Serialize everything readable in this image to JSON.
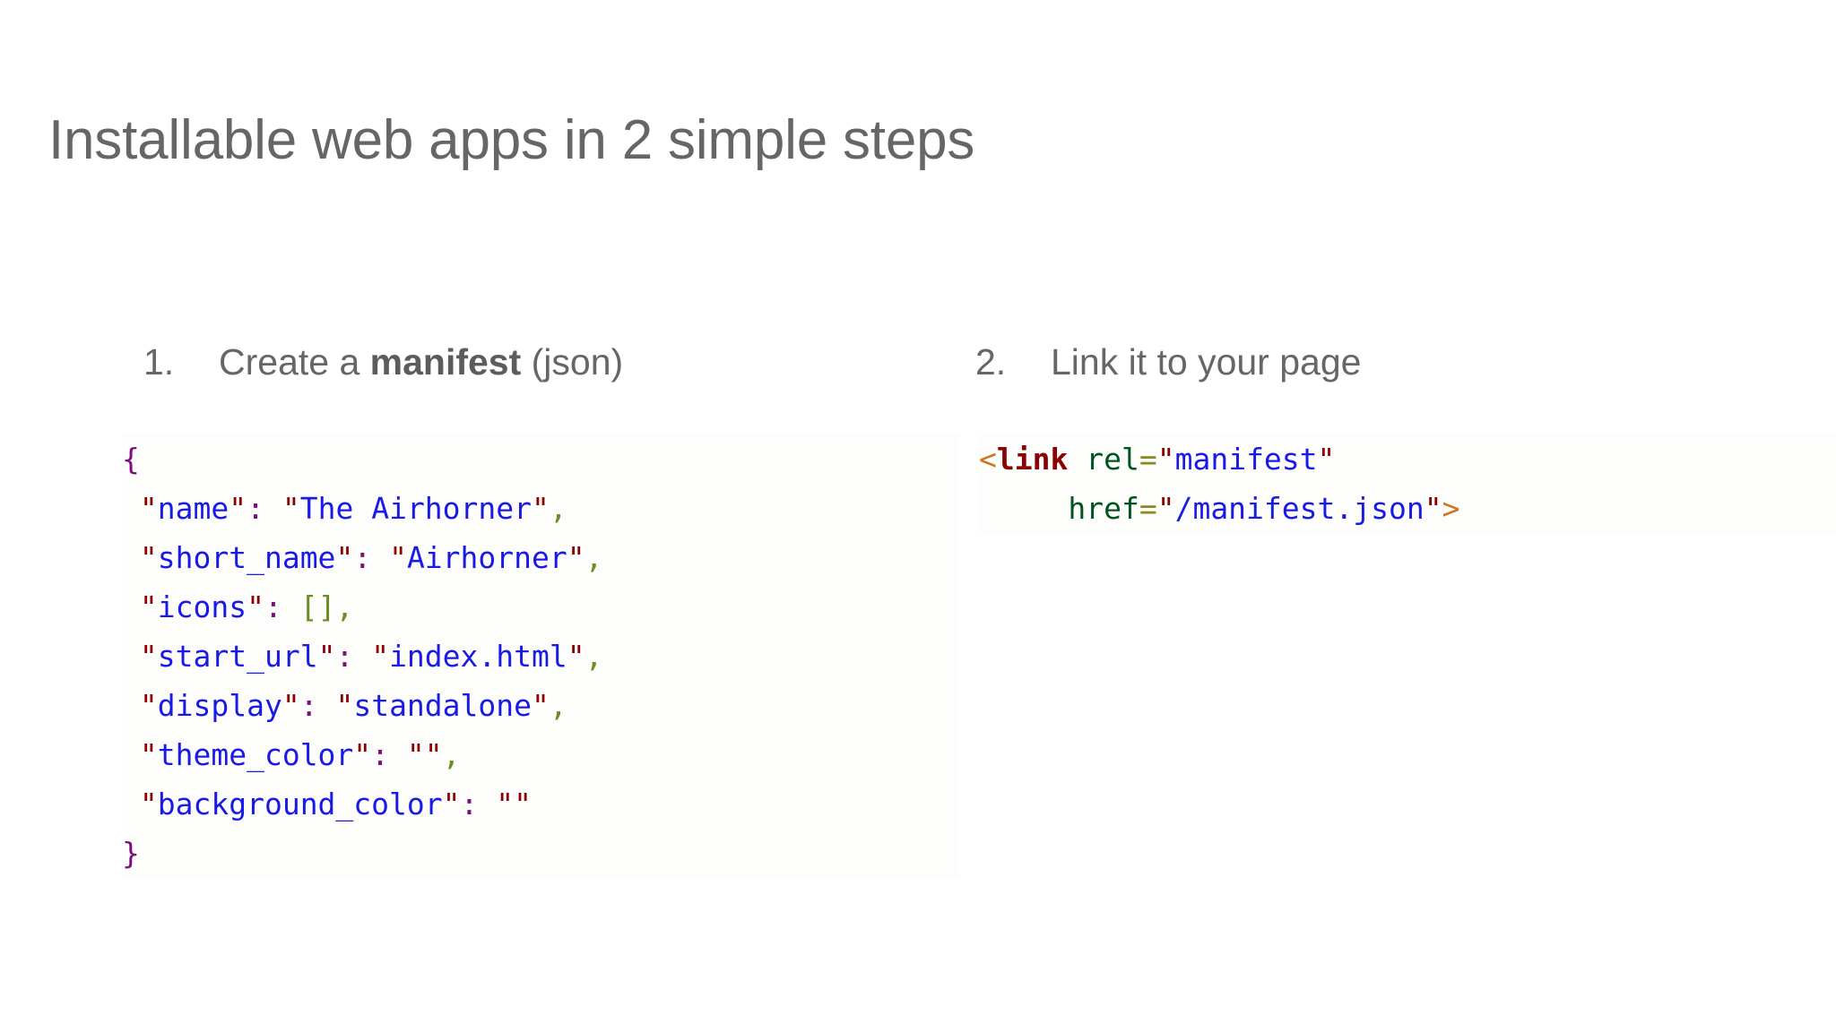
{
  "slide": {
    "title": "Installable web apps in 2 simple steps",
    "background_color": "#ffffff",
    "title_color": "#666666"
  },
  "steps": [
    {
      "number": "1.",
      "text_before": "Create a ",
      "text_bold": "manifest",
      "text_after": " (json)",
      "full_text": "Create a manifest (json)"
    },
    {
      "number": "2.",
      "text_before": "Link it to your page",
      "text_bold": "",
      "text_after": "",
      "full_text": "Link it to your page"
    }
  ],
  "code_manifest": {
    "language": "json",
    "open_brace": "{",
    "close_brace": "}",
    "quote": "\"",
    "colon": ":",
    "comma": ",",
    "empty_array": "[]",
    "indent": " ",
    "entries": [
      {
        "key": "name",
        "value": "The Airhorner",
        "value_empty": false,
        "trailing_comma": true
      },
      {
        "key": "short_name",
        "value": "Airhorner",
        "value_empty": false,
        "trailing_comma": true
      },
      {
        "key": "icons",
        "value": "[]",
        "value_empty": false,
        "is_array": true,
        "trailing_comma": true
      },
      {
        "key": "start_url",
        "value": "index.html",
        "value_empty": false,
        "trailing_comma": true
      },
      {
        "key": "display",
        "value": "standalone",
        "value_empty": false,
        "trailing_comma": true
      },
      {
        "key": "theme_color",
        "value": "",
        "value_empty": true,
        "trailing_comma": true
      },
      {
        "key": "background_color",
        "value": "",
        "value_empty": true,
        "trailing_comma": false
      }
    ]
  },
  "code_link": {
    "language": "html",
    "angle_open": "<",
    "angle_close": ">",
    "tag_name": "link",
    "quote": "\"",
    "equals": "=",
    "attributes": [
      {
        "name": "rel",
        "value": "manifest"
      },
      {
        "name": "href",
        "value": "/manifest.json"
      }
    ]
  },
  "colors": {
    "title_gray": "#666666",
    "json_brace_purple": "#7b0f7b",
    "json_string_blue": "#1a1ae6",
    "json_quote_darkred": "#8b0000",
    "json_comma_olive": "#6b8e23",
    "html_angle_orange": "#cc7722",
    "html_tag_darkred": "#8b0000",
    "html_attr_green": "#00551f",
    "html_equals_olive": "#8a8a1f"
  }
}
